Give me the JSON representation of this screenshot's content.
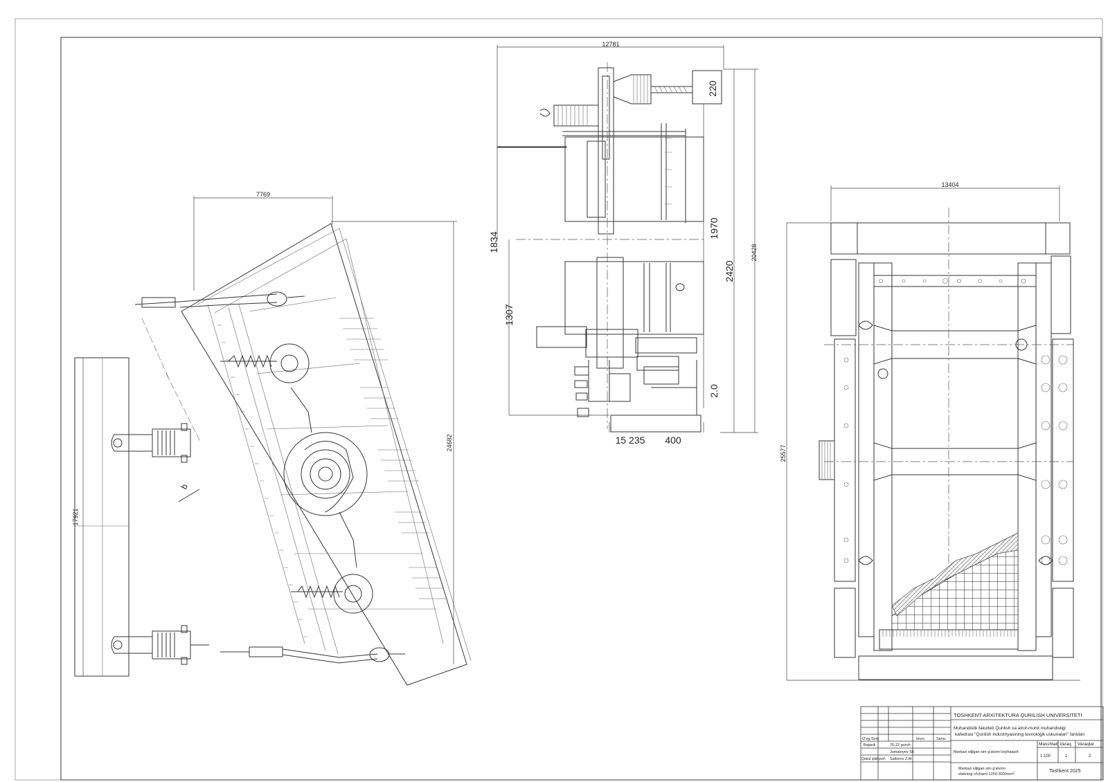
{
  "sheet": {
    "dims": {
      "left_width": "7769",
      "left_height": "24682",
      "left_base": "17921",
      "left_note": "b",
      "mid_top": "12781",
      "mid_a": "1834",
      "mid_b": "1307",
      "mid_c": "220",
      "mid_d": "1970",
      "mid_e": "2420",
      "mid_f": "20428",
      "mid_g": "2.0",
      "mid_h": "15 235",
      "mid_i": "400",
      "right_top": "13404",
      "right_height": "25577"
    },
    "title_block": {
      "university": "TOSHKENT ARXITEKTURA QURILISH UNIVERSITETI",
      "faculty": "Muhandislik fakulteti Qurilish va atrof-muhit muhandisligi",
      "department": "kafedrasi \"Qurilish industriyasining texnologik uskunalari\" fanidan",
      "col_headers": [
        "O'zg.",
        "Soni",
        "Imzo",
        "Sana"
      ],
      "row_labels": [
        "Bajardi",
        "Qabul qildi prof."
      ],
      "group": "76-22 guruh",
      "student": "Jumatoyev Sh",
      "teacher": "Sattorov Z.M",
      "drawing_title": "Markazi siljigan sim g'alvirni loyihalash",
      "drawing_subtitle_1": "Markazi siljigan sim g'alvirni",
      "drawing_subtitle_2": "elakning o'lchami 1250-3000mm",
      "drawing_subtitle_sup": "2",
      "scale_header": "Masshtab",
      "sheet_header": "Varaq",
      "sheets_header": "Varaqlar",
      "scale_value": "1:100",
      "sheet_value": "1",
      "sheets_value": "2",
      "city_year": "Toshkent 2025"
    }
  }
}
